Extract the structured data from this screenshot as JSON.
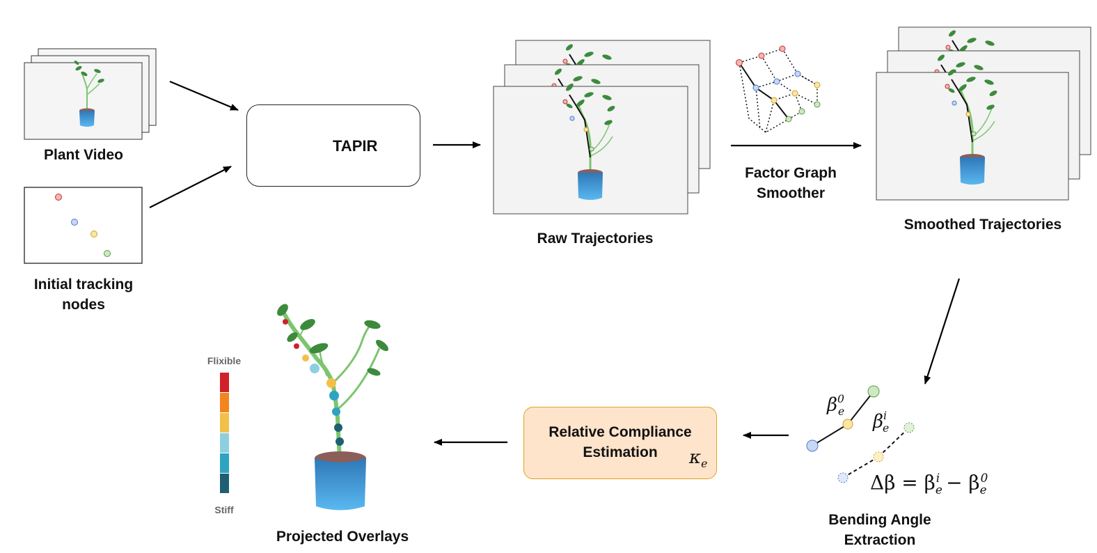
{
  "labels": {
    "plant_video": "Plant Video",
    "initial_nodes": [
      "Initial tracking",
      "nodes"
    ],
    "tapir": "TAPIR",
    "raw_trajectories": "Raw Trajectories",
    "factor_graph": [
      "Factor Graph",
      "Smoother"
    ],
    "smoothed_trajectories": "Smoothed Trajectories",
    "bending_angle": [
      "Bending Angle",
      "Extraction"
    ],
    "relative_compliance": [
      "Relative Compliance",
      "Estimation"
    ],
    "projected_overlays": "Projected Overlays",
    "flexible": "Flixible",
    "stiff": "Stiff"
  },
  "math": {
    "beta": "β",
    "kappa": "κ",
    "sub_e": "e",
    "sup_0": "0",
    "sup_i": "i",
    "delta_equation": [
      "Δβ = β",
      "e",
      "i",
      " − β",
      "e",
      "0"
    ]
  },
  "colors": {
    "node_red": "#f4b6b6",
    "node_blue": "#c6d8f5",
    "node_yellow": "#fbe6a2",
    "node_green": "#cfe8c4",
    "scale": [
      "#d0202a",
      "#f2851e",
      "#f2c04a",
      "#8ecfdf",
      "#2ea3c2",
      "#1f5f73"
    ],
    "tapir_logo": "#4a88ee",
    "pot": "#3a9ad9",
    "leaf": "#3d8a3d",
    "stem": "#7cc56e",
    "compliance_box": "#fde4cb"
  },
  "icons": [
    "tapir-logo-icon",
    "plant-icon",
    "factor-graph-icon"
  ]
}
